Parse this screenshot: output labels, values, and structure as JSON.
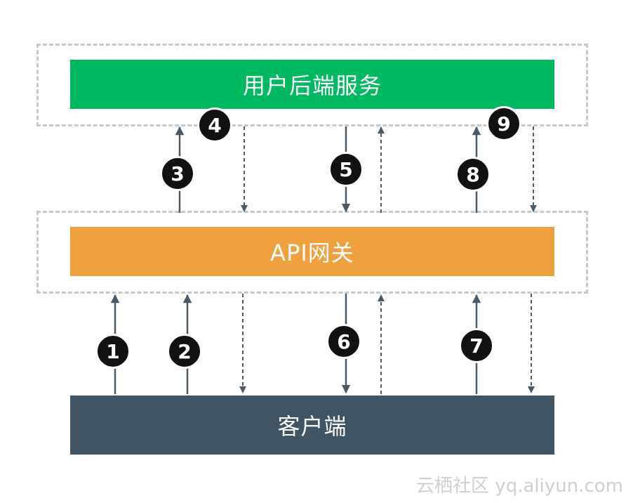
{
  "layers": {
    "backend": {
      "label": "用户后端服务",
      "color": "#00b961"
    },
    "gateway": {
      "label": "API网关",
      "color": "#efa13f"
    },
    "client": {
      "label": "客户端",
      "color": "#415463"
    }
  },
  "steps": [
    "1",
    "2",
    "3",
    "4",
    "5",
    "6",
    "7",
    "8",
    "9"
  ],
  "colors": {
    "arrow": "#4a5a66",
    "frame_dash": "#c8c8c8",
    "badge": "#111111"
  },
  "watermark": "云栖社区 yq.aliyun.com"
}
